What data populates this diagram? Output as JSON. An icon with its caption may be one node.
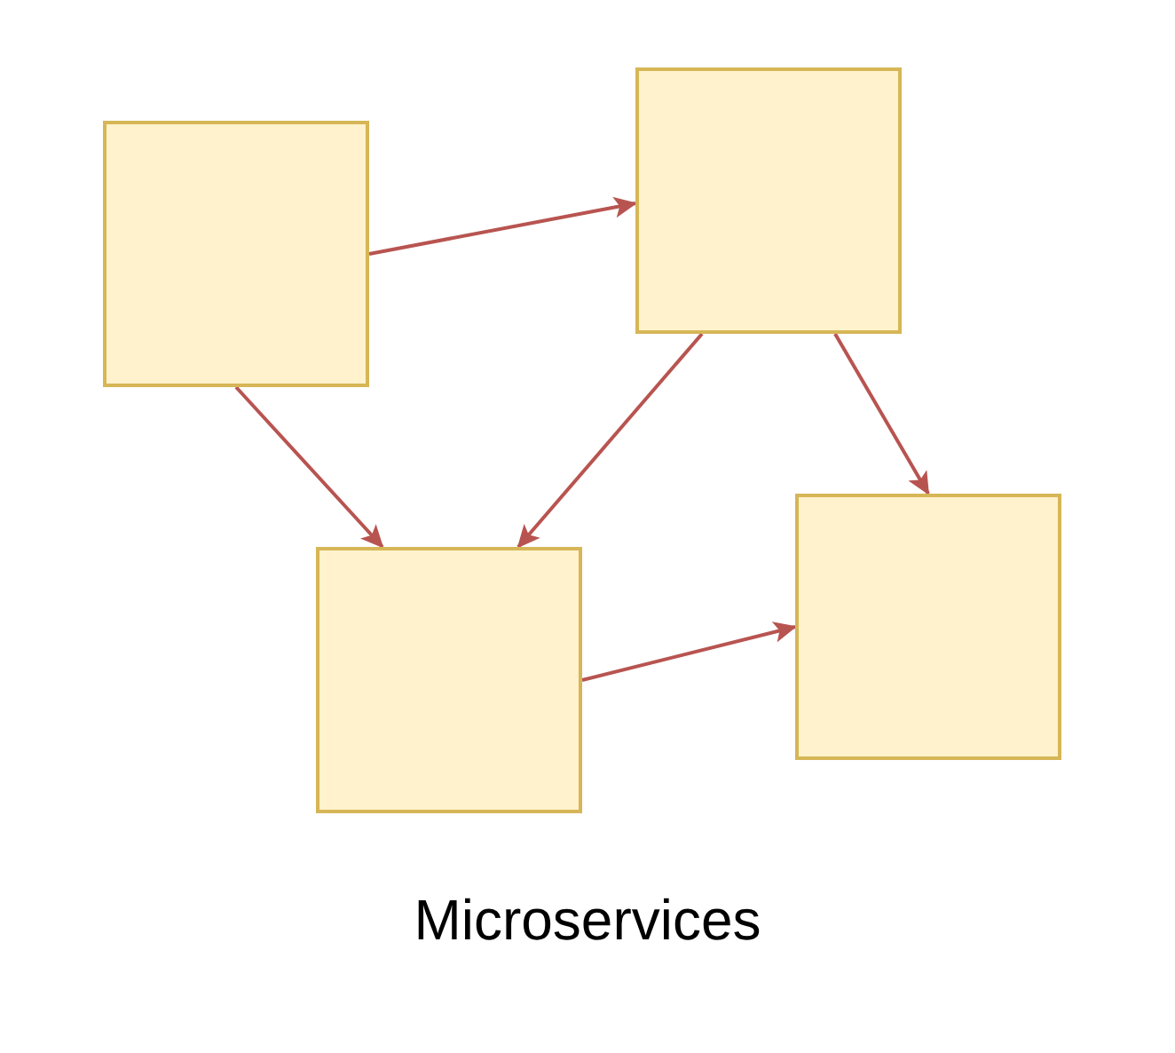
{
  "diagram": {
    "caption": "Microservices",
    "nodes": [
      {
        "text": [],
        "shape": "box"
      },
      {
        "text": [],
        "shape": "box"
      },
      {
        "text": [],
        "shape": "box"
      },
      {
        "text": [],
        "shape": "box"
      }
    ],
    "edges": [
      {
        "from": 0,
        "to": 1,
        "arrow": "to"
      },
      {
        "from": 0,
        "to": 2,
        "arrow": "to"
      },
      {
        "from": 1,
        "to": 2,
        "arrow": "to"
      },
      {
        "from": 1,
        "to": 3,
        "arrow": "to"
      },
      {
        "from": 2,
        "to": 3,
        "arrow": "to"
      }
    ]
  }
}
